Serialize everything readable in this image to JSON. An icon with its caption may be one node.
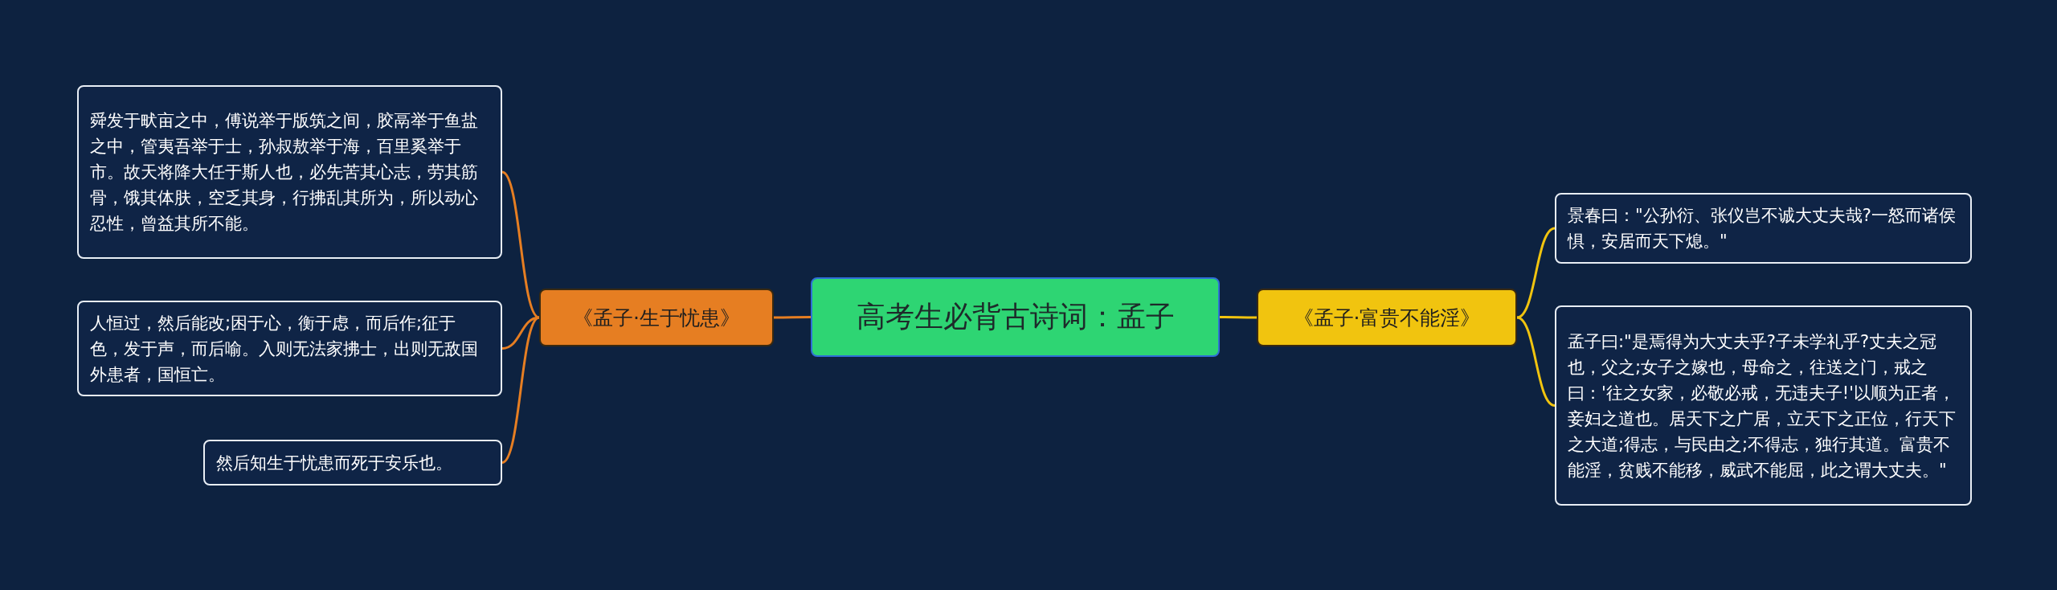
{
  "diagram": {
    "nodes": [
      {
        "text": [
          "高考生必背古诗词：孟子"
        ]
      },
      {
        "text": [
          "《孟子·生于忧患》"
        ]
      },
      {
        "text": [
          "舜发于畎亩之中，傅说举于版筑之间，胶鬲举于鱼盐之中，管夷吾举于士，孙叔敖举于海，百里奚举于市。故天将降大任于斯人也，必先苦其心志，劳其筋骨，饿其体肤，空乏其身，行拂乱其所为，所以动心忍性，曾益其所不能。"
        ]
      },
      {
        "text": [
          "人恒过，然后能改;困于心，衡于虑，而后作;征于色，发于声，而后喻。入则无法家拂士，出则无敌国外患者，国恒亡。"
        ]
      },
      {
        "text": [
          "然后知生于忧患而死于安乐也。"
        ]
      },
      {
        "text": [
          "《孟子·富贵不能淫》"
        ]
      },
      {
        "text": [
          "景春曰：\"公孙衍、张仪岂不诚大丈夫哉?一怒而诸侯惧，安居而天下熄。\""
        ]
      },
      {
        "text": [
          "孟子曰:\"是焉得为大丈夫乎?子未学礼乎?丈夫之冠也，父之;女子之嫁也，母命之，往送之门，戒之曰：'往之女家，必敬必戒，无违夫子!'以顺为正者，妾妇之道也。居天下之广居，立天下之正位，行天下之大道;得志，与民由之;不得志，独行其道。富贵不能淫，贫贱不能移，威武不能屈，此之谓大丈夫。\""
        ]
      }
    ],
    "edges": [
      {
        "from": 0,
        "to": 1,
        "arrow": "none"
      },
      {
        "from": 1,
        "to": 2,
        "arrow": "none"
      },
      {
        "from": 1,
        "to": 3,
        "arrow": "none"
      },
      {
        "from": 1,
        "to": 4,
        "arrow": "none"
      },
      {
        "from": 0,
        "to": 5,
        "arrow": "none",
        "color": "#f1c40f"
      },
      {
        "from": 5,
        "to": 6,
        "arrow": "none",
        "color": "#f1c40f"
      },
      {
        "from": 5,
        "to": 7,
        "arrow": "none",
        "color": "#f1c40f"
      }
    ]
  }
}
